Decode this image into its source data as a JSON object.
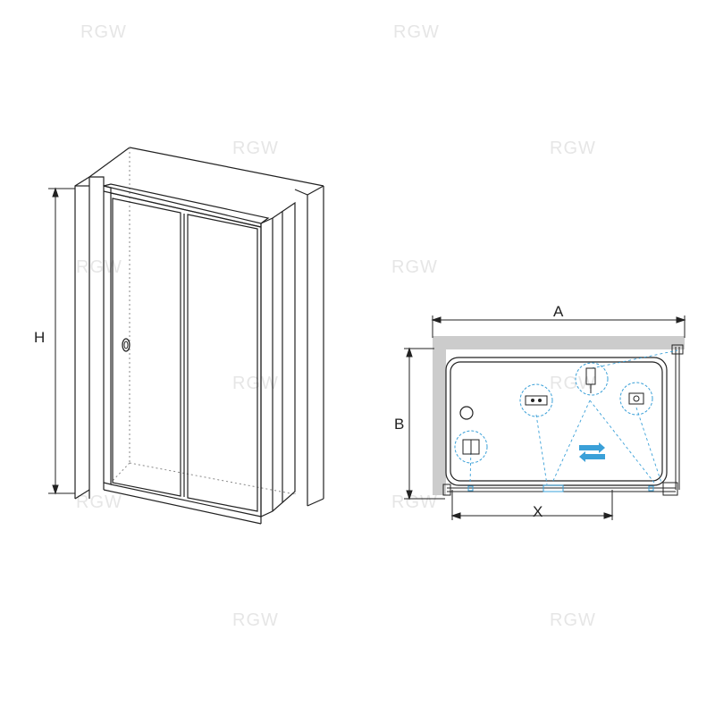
{
  "watermark": "RGW",
  "labels": {
    "height": "H",
    "width": "A",
    "depth": "B",
    "opening": "X"
  },
  "colors": {
    "line": "#222222",
    "wall_fill": "#cccccc",
    "dash": "#888888",
    "accent": "#3aa0d8",
    "watermark": "#e6e6e6"
  },
  "icons": [
    "door-profile-icon",
    "hinge-detail-icon",
    "roller-detail-icon",
    "corner-seal-icon",
    "handle-detail-icon",
    "slide-arrows-icon"
  ]
}
